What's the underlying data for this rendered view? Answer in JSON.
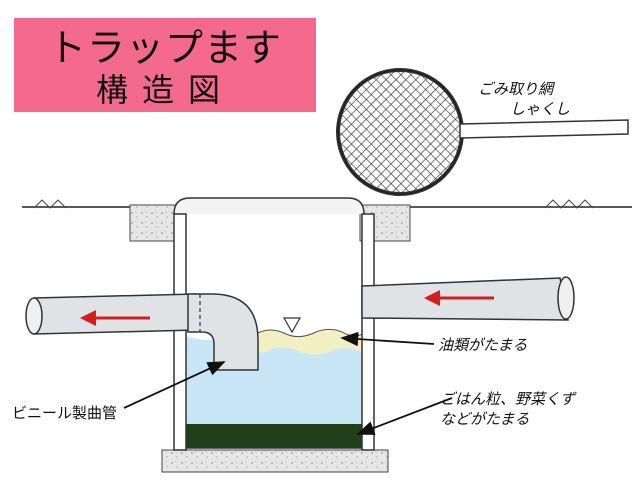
{
  "title": {
    "line1": "トラップます",
    "line2": "構造図"
  },
  "labels": {
    "scoop_name": "ごみ取り網",
    "scoop_alt": "しゃくし",
    "oil": "油類がたまる",
    "food_line1": "ごはん粒、野菜くず",
    "food_line2": "などがたまる",
    "pipe": "ビニール製曲管"
  },
  "icons": {
    "flow_arrow": "left-arrow",
    "water_level": "water-level-triangle"
  },
  "colors": {
    "title_bg": "#f46a8c",
    "water": "#c8e6f6",
    "oil": "#f2efc2",
    "sediment": "#1f4018",
    "arrow": "#d81c1c",
    "pipe_fill": "#dfe3e6",
    "concrete": "#e6e6e6"
  }
}
